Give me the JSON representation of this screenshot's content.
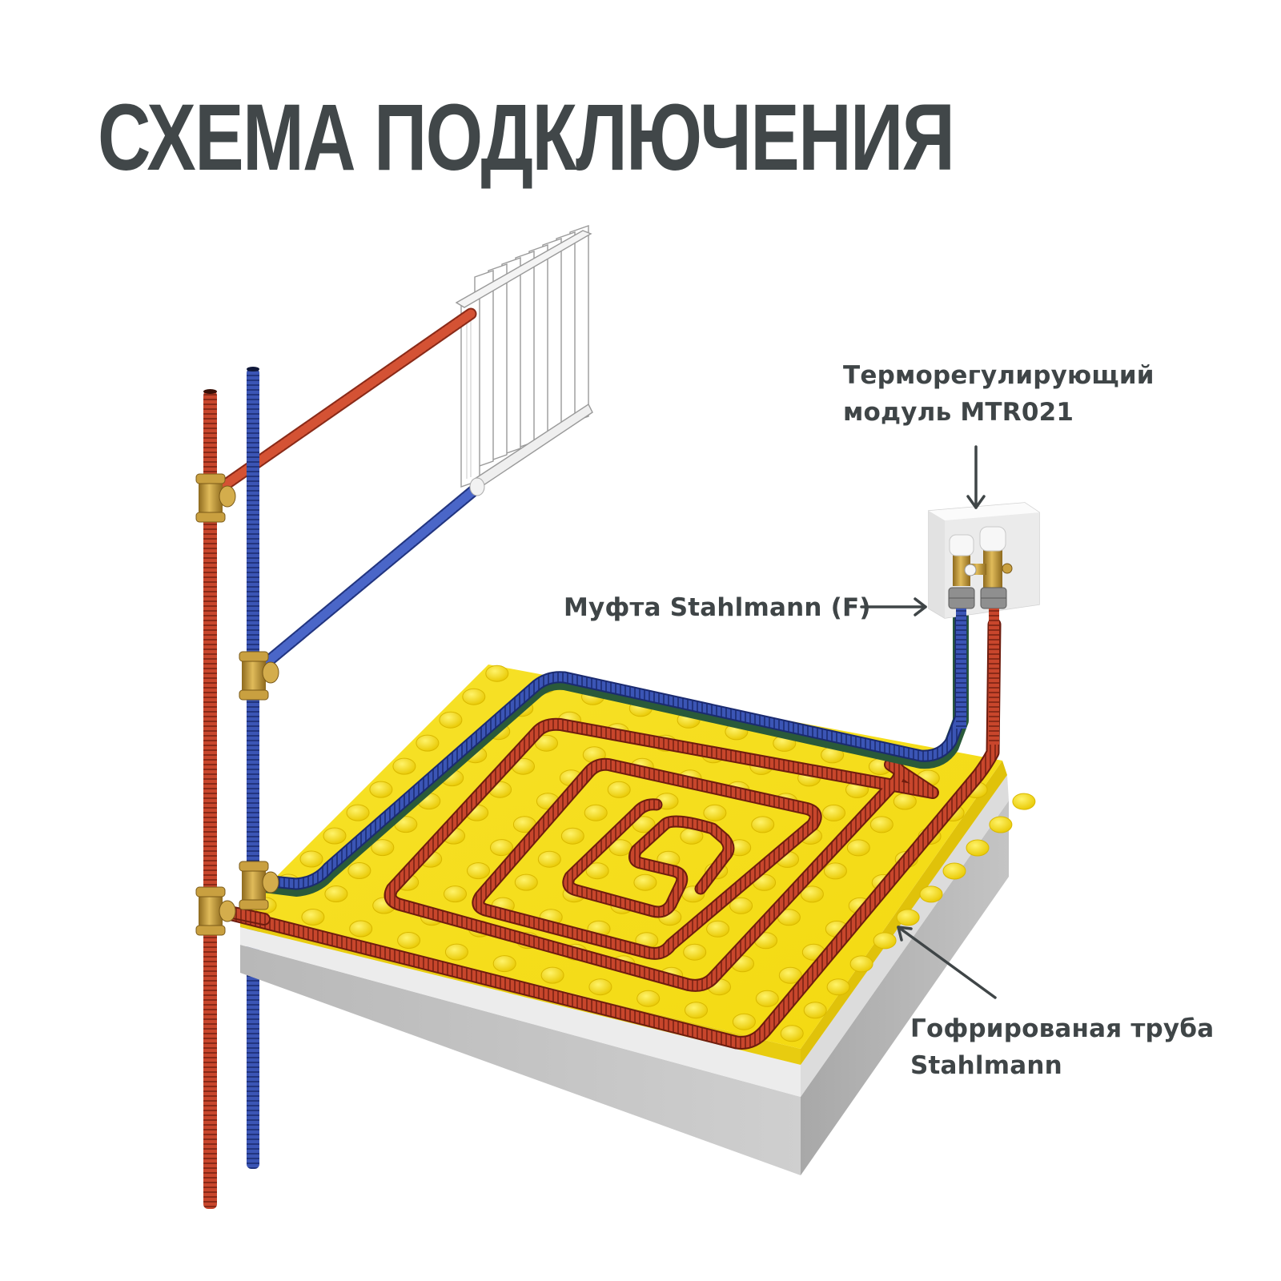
{
  "title": "СХЕМА ПОДКЛЮЧЕНИЯ",
  "callouts": {
    "module": {
      "line1": "Терморегулирующий",
      "line2": "модуль MTR021"
    },
    "coupling": {
      "text": "Муфта Stahlmann (F)"
    },
    "pipe": {
      "line1": "Гофрированая труба",
      "line2": "Stahlmann"
    }
  },
  "components": [
    {
      "name": "radiator",
      "icon": "radiator-icon"
    },
    {
      "name": "supply-riser",
      "color": "#c8462c"
    },
    {
      "name": "return-riser",
      "color": "#3b55b5"
    },
    {
      "name": "brass-tee-fittings",
      "color": "#c9a040"
    },
    {
      "name": "thermoregulating-module-box",
      "color": "#f2f2f2"
    },
    {
      "name": "studded-insulation-panel",
      "color": "#f5de18"
    },
    {
      "name": "insulation-layer",
      "color": "#e8e8e8"
    },
    {
      "name": "concrete-slab",
      "color": "#bdbdbd"
    }
  ],
  "colors": {
    "text": "#414749",
    "hot_pipe": "#c8462c",
    "cold_pipe": "#3b55b5",
    "panel_yellow": "#f5de18",
    "brass": "#c9a040",
    "concrete": "#bdbdbd"
  }
}
